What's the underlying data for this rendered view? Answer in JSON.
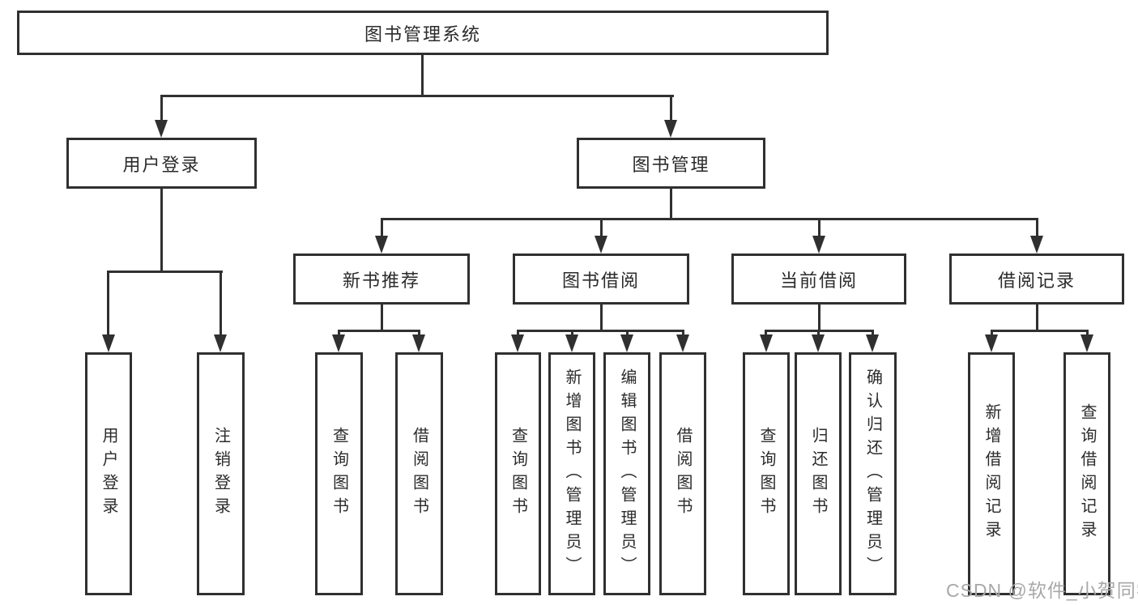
{
  "tree": {
    "root": "图书管理系统",
    "branches": [
      {
        "label": "用户登录",
        "children": [
          "用户登录",
          "注销登录"
        ]
      },
      {
        "label": "图书管理",
        "groups": [
          {
            "label": "新书推荐",
            "children": [
              "查询图书",
              "借阅图书"
            ]
          },
          {
            "label": "图书借阅",
            "children": [
              "查询图书",
              "新增图书（管理员）",
              "编辑图书（管理员）",
              "借阅图书"
            ]
          },
          {
            "label": "当前借阅",
            "children": [
              "查询图书",
              "归还图书",
              "确认归还（管理员）"
            ]
          },
          {
            "label": "借阅记录",
            "children": [
              "新增借阅记录",
              "查询借阅记录"
            ]
          }
        ]
      }
    ]
  },
  "watermark": "CSDN @软件_小贺同学",
  "colors": {
    "line": "#303030",
    "text": "#2b2b2b",
    "background": "#ffffff",
    "watermark": "#a8a8a8"
  }
}
